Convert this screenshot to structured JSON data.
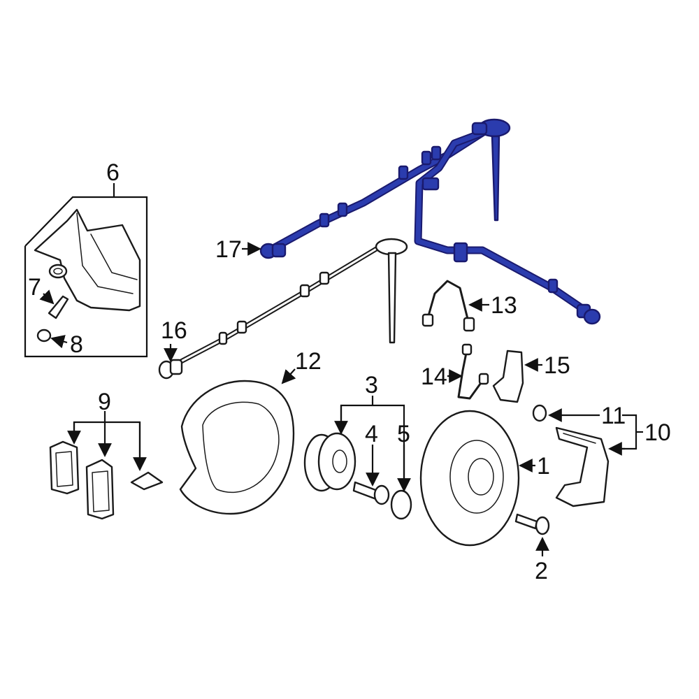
{
  "diagram": {
    "callouts": {
      "c1": "1",
      "c2": "2",
      "c3": "3",
      "c4": "4",
      "c5": "5",
      "c6": "6",
      "c7": "7",
      "c8": "8",
      "c9": "9",
      "c10": "10",
      "c11": "11",
      "c12": "12",
      "c13": "13",
      "c14": "14",
      "c15": "15",
      "c16": "16",
      "c17": "17"
    },
    "colors": {
      "highlight": "#2b3cae",
      "outline": "#1a1a1a",
      "background": "#ffffff"
    }
  }
}
